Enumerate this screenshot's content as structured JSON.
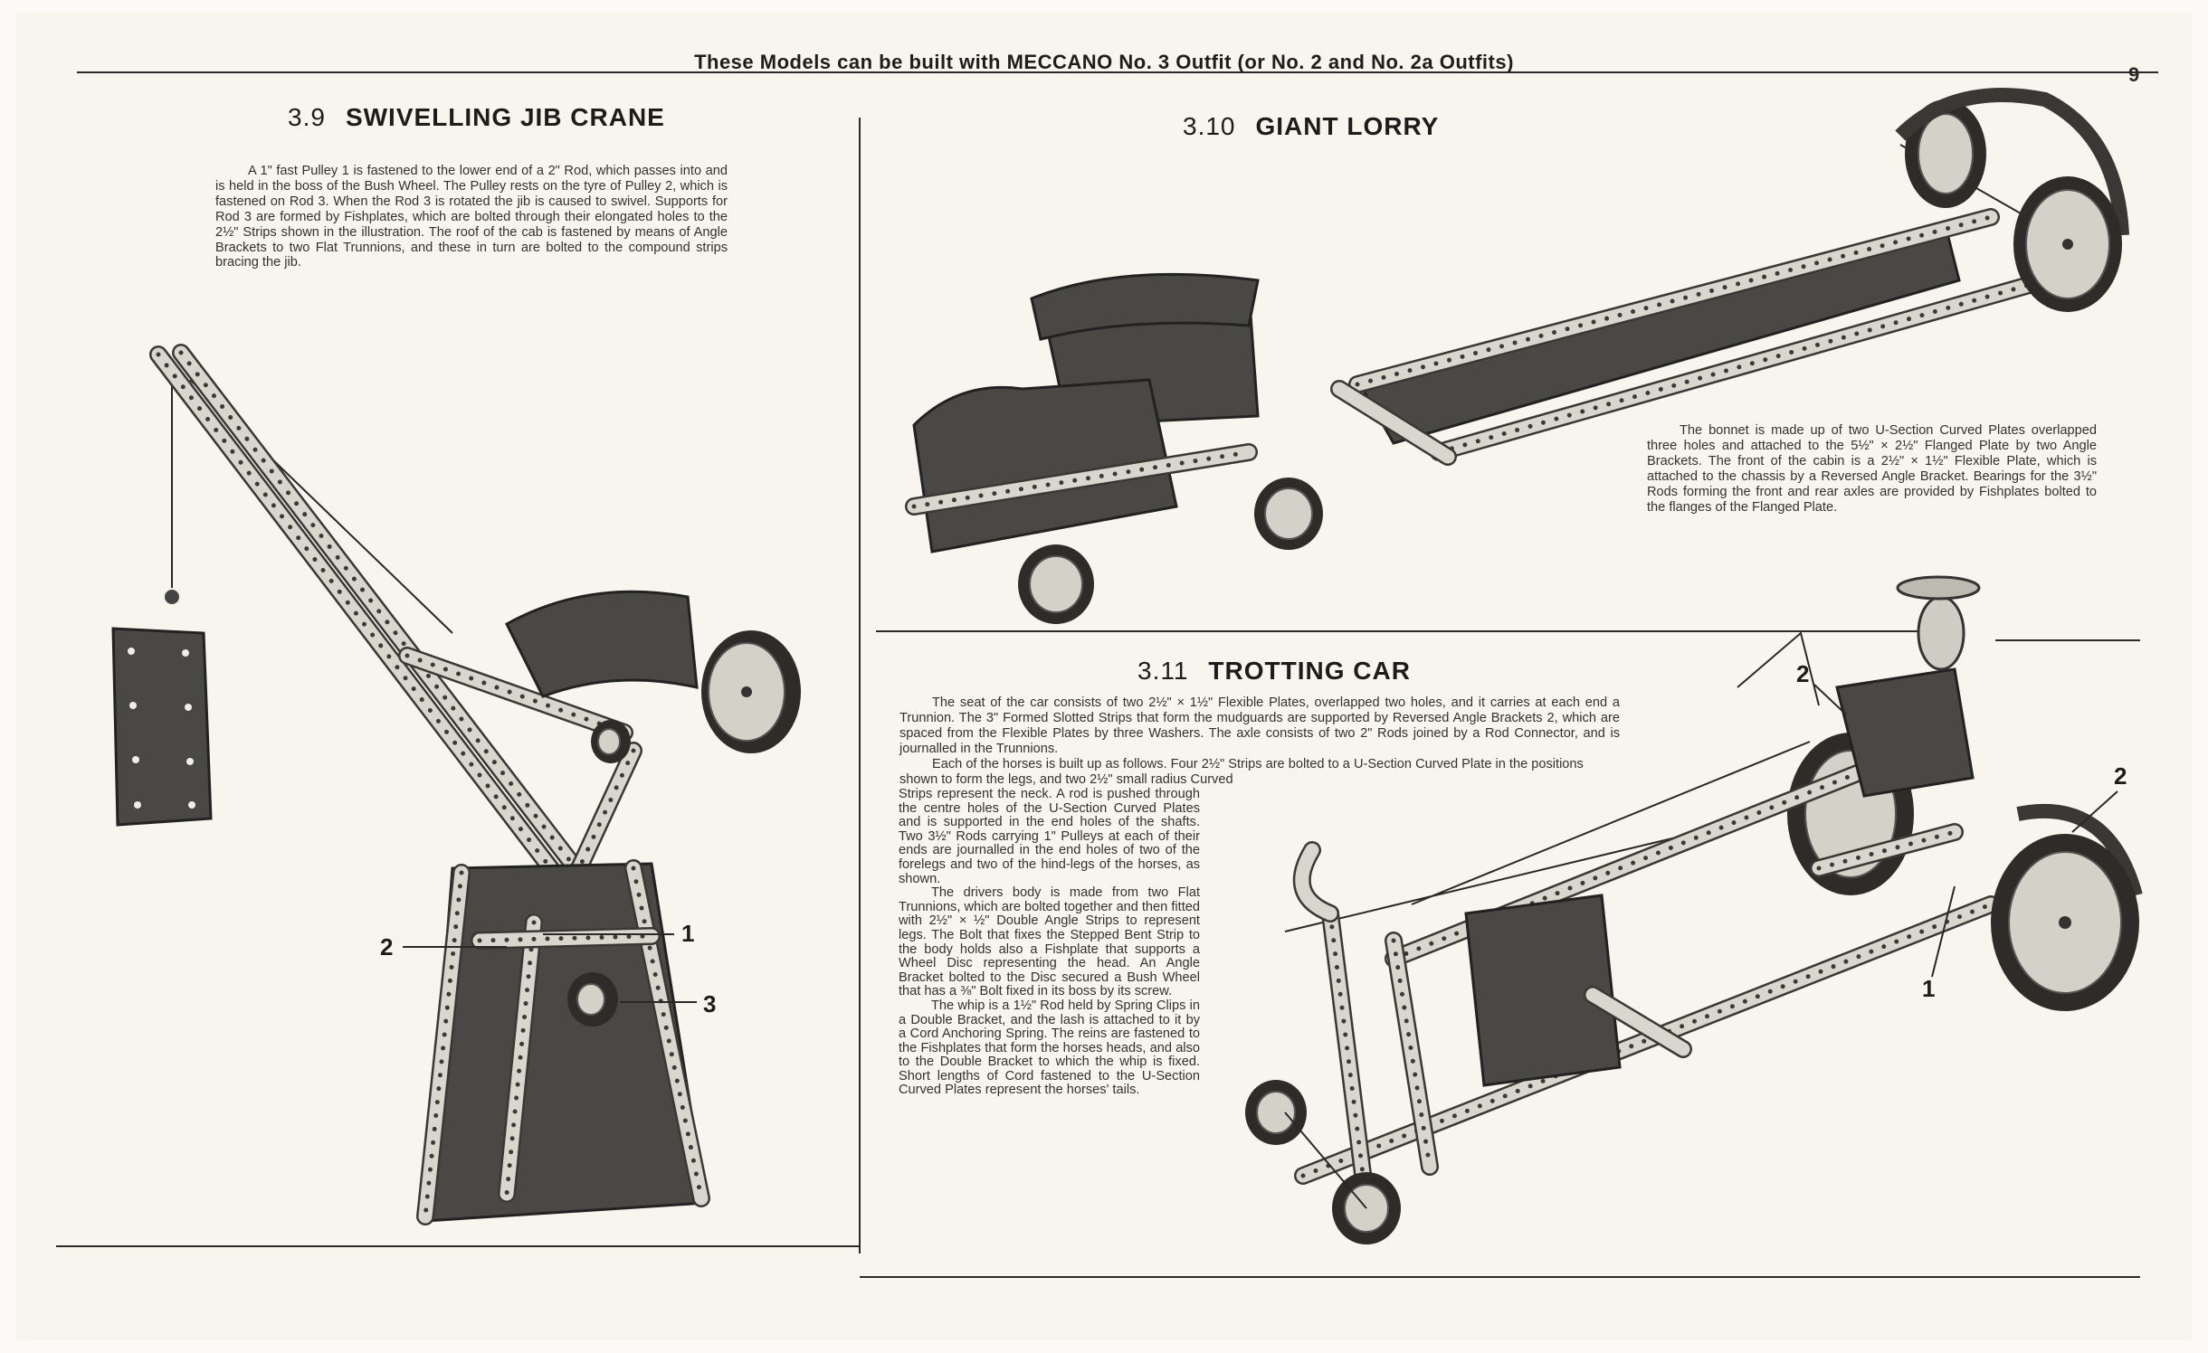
{
  "header": {
    "text": "These Models can be built with MECCANO No. 3 Outfit (or No. 2 and No. 2a Outfits)",
    "page_number": "9"
  },
  "models": [
    {
      "number": "3.9",
      "title": "SWIVELLING JIB CRANE",
      "paragraphs": [
        "A 1\" fast Pulley 1 is fastened to the lower end of a 2\" Rod, which passes into and is held in the boss of the Bush Wheel. The Pulley rests on the tyre of Pulley 2, which is fastened on Rod 3. When the Rod 3 is rotated the jib is caused to swivel. Supports for Rod 3 are formed by Fishplates, which are bolted through their elongated holes to the 2½\" Strips shown in the illustration. The roof of the cab is fastened by means of Angle Brackets to two Flat Trunnions, and these in turn are bolted to the compound strips bracing the jib."
      ],
      "labels": [
        "1",
        "2",
        "3"
      ]
    },
    {
      "number": "3.10",
      "title": "GIANT LORRY",
      "paragraphs": [
        "The bonnet is made up of two U-Section Curved Plates overlapped three holes and attached to the 5½\" × 2½\" Flanged Plate by two Angle Brackets. The front of the cabin is a 2½\" × 1½\" Flexible Plate, which is attached to the chassis by a Reversed Angle Bracket. Bearings for the 3½\" Rods forming the front and rear axles are provided by Fishplates bolted to the flanges of the Flanged Plate."
      ]
    },
    {
      "number": "3.11",
      "title": "TROTTING CAR",
      "paragraphs_wide": [
        "The seat of the car consists of two 2½\" × 1½\" Flexible Plates, overlapped two holes, and it carries at each end a Trunnion. The 3\" Formed Slotted Strips that form the mudguards are supported by Reversed Angle Brackets 2, which are spaced from the Flexible Plates by three Washers. The axle consists of two 2\" Rods joined by a Rod Connector, and is journalled in the Trunnions.",
        "Each of the horses is built up as follows. Four 2½\" Strips are bolted to a U-Section Curved Plate in the positions shown to form the legs, and two 2½\" small radius Curved"
      ],
      "paragraphs_narrow": [
        "Strips represent the neck. A rod is pushed through the centre holes of the U-Section Curved Plates and is supported in the end holes of the shafts. Two 3½\" Rods carrying 1\" Pulleys at each of their ends are journalled in the end holes of two of the forelegs and two of the hind-legs of the horses, as shown.",
        "The drivers body is made from two Flat Trunnions, which are bolted together and then fitted with 2½\" × ½\" Double Angle Strips to represent legs. The Bolt that fixes the Stepped Bent Strip to the body holds also a Fishplate that supports a Wheel Disc representing the head. An Angle Bracket bolted to the Disc secured a Bush Wheel that has a ⅜\" Bolt fixed in its boss by its screw.",
        "The whip is a 1½\" Rod held by Spring Clips in a Double Bracket, and the lash is attached to it by a Cord Anchoring Spring. The reins are fastened to the Fishplates that form the horses heads, and also to the Double Bracket to which the whip is fixed. Short lengths of Cord fastened to the U-Section Curved Plates represent the horses' tails."
      ],
      "labels": [
        "2",
        "2",
        "1"
      ]
    }
  ]
}
